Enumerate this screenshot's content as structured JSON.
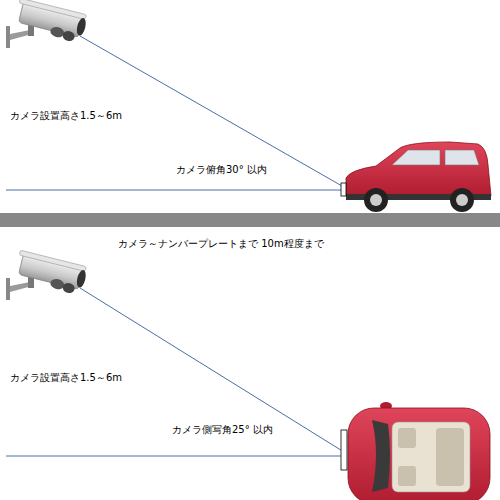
{
  "diagram": {
    "labels": [
      "カメラ設置高さ1.5～6m",
      "カメラ俯角30° 以内",
      "カメラ～ナンバープレートまで 10m程度まで",
      "カメラ設置高さ1.5～6m",
      "カメラ側写角25° 以内"
    ]
  }
}
